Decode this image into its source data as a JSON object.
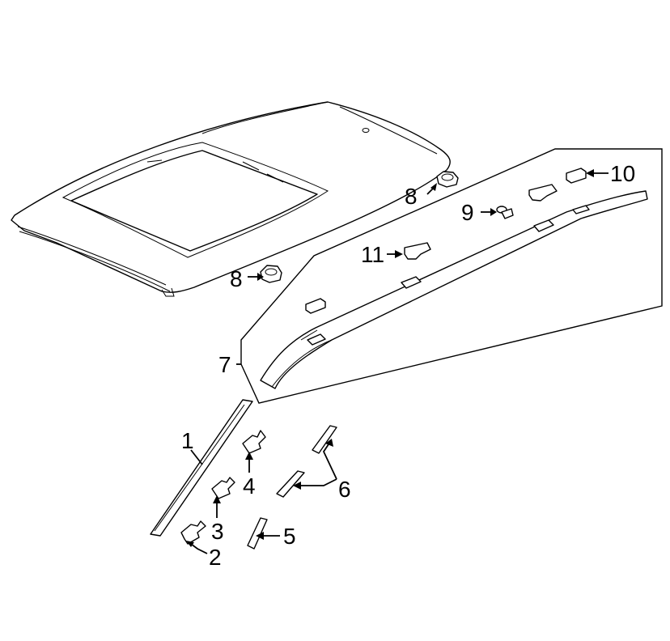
{
  "callouts": {
    "c1": "1",
    "c2": "2",
    "c3": "3",
    "c4": "4",
    "c5": "5",
    "c6": "6",
    "c7": "7",
    "c8a": "8",
    "c8b": "8",
    "c9": "9",
    "c10": "10",
    "c11": "11"
  }
}
